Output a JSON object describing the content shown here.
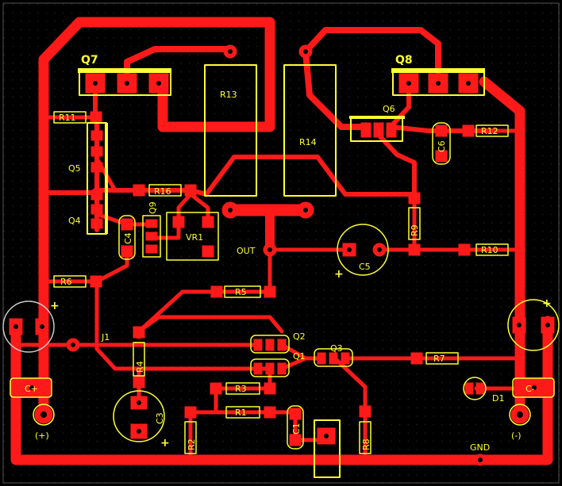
{
  "colors": {
    "background": "#000000",
    "copper": "#ff1a1a",
    "silkscreen": "#ffff33",
    "pad_hole": "#000000",
    "grid_dot": "#3a3a3a",
    "inactive_outline": "#c8c8c8"
  },
  "labels": {
    "Q7": "Q7",
    "Q8": "Q8",
    "Q6": "Q6",
    "Q5": "Q5",
    "Q4": "Q4",
    "Q9": "Q9",
    "Q1": "Q1",
    "Q2": "Q2",
    "Q3": "Q3",
    "R1": "R1",
    "R2": "R2",
    "R3": "R3",
    "R4": "R4",
    "R5": "R5",
    "R6": "R6",
    "R7": "R7",
    "R8": "R8",
    "R9": "R9",
    "R10": "R10",
    "R11": "R11",
    "R12": "R12",
    "R13": "R13",
    "R14": "R14",
    "R16": "R16",
    "C1": "C1",
    "C3": "C3",
    "C4": "C4",
    "C5": "C5",
    "C6": "C6",
    "VR1": "VR1",
    "D1": "D1",
    "J1": "J1",
    "OUT": "OUT",
    "GND": "GND",
    "c_plus": "C+",
    "c_minus": "C-",
    "term_plus": "(+)",
    "term_minus": "(-)",
    "plus_sign": "+"
  }
}
